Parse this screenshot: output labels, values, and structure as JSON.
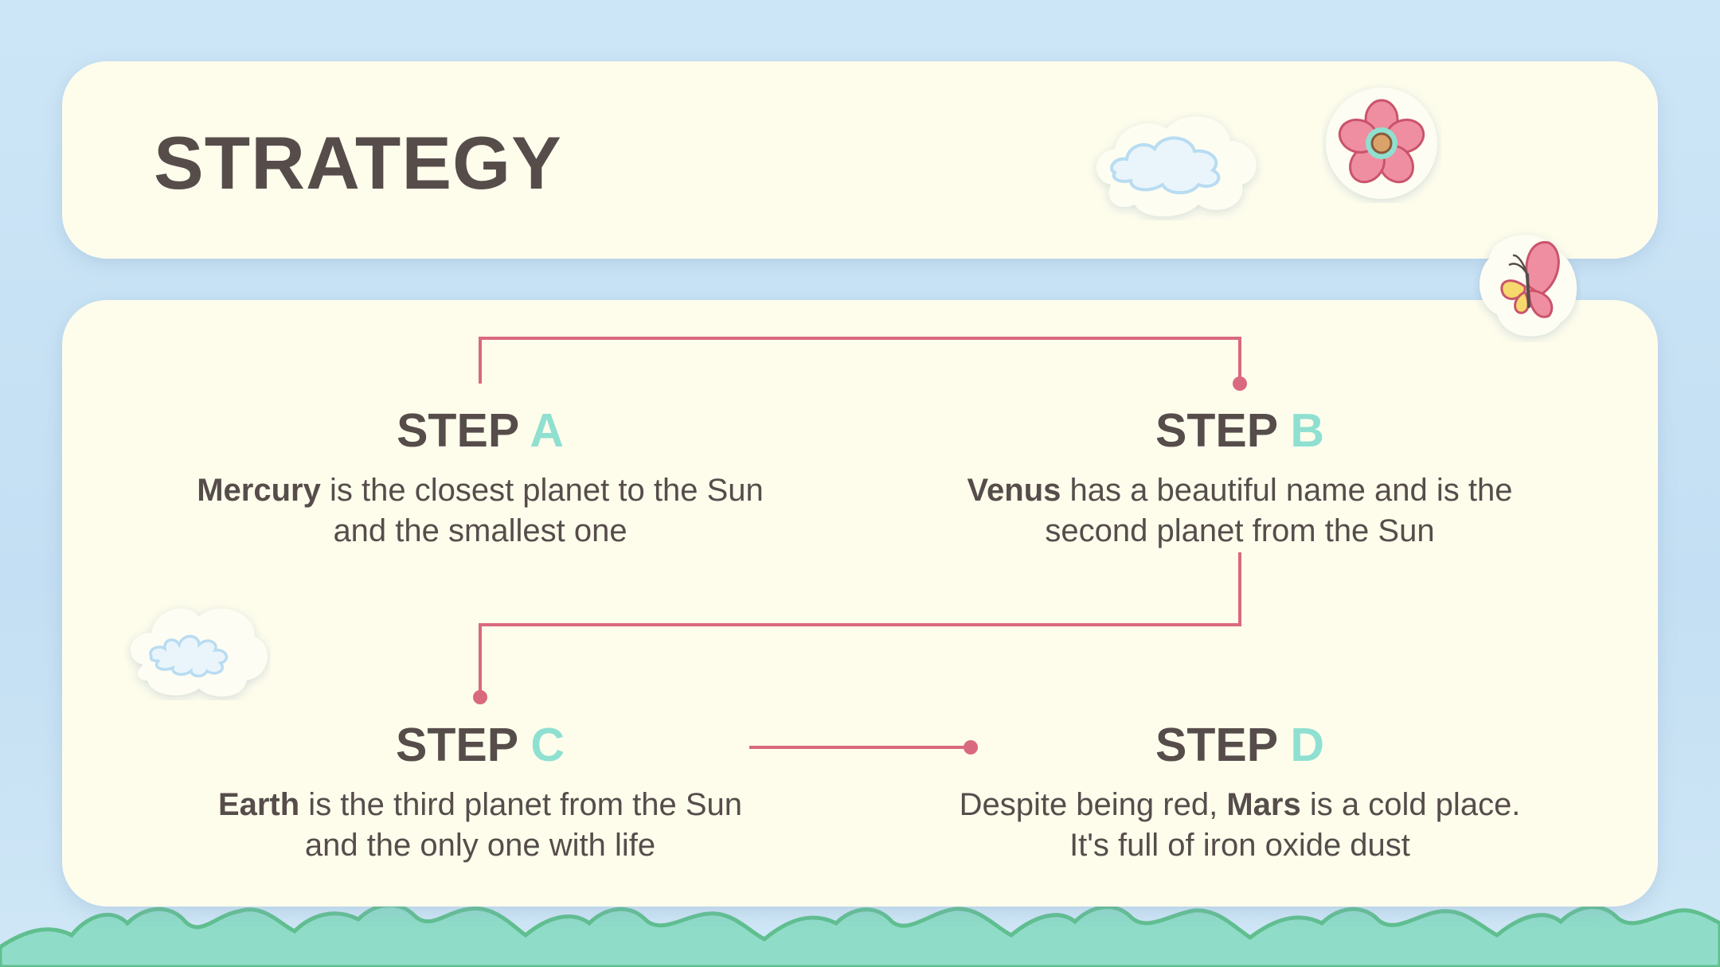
{
  "title": "STRATEGY",
  "steps": [
    {
      "word": "STEP",
      "letter": "A",
      "bold": "Mercury",
      "text": " is the closest planet to the Sun and the smallest one"
    },
    {
      "word": "STEP",
      "letter": "B",
      "bold": "Venus",
      "text": " has a beautiful name and is the second planet from the Sun"
    },
    {
      "word": "STEP",
      "letter": "C",
      "bold": "Earth",
      "text": " is the third planet from the Sun and the only one with life"
    },
    {
      "word": "STEP",
      "letter": "D",
      "pre": "Despite being red, ",
      "bold": "Mars",
      "text": " is a cold place. It's full of iron oxide dust"
    }
  ],
  "colors": {
    "accent_letter": "#8fe0d1",
    "connector": "#d9697f",
    "panel": "#fefdec",
    "text": "#564d4b",
    "background": "#cde6f7",
    "grass": "#8fdcc8"
  },
  "icons": [
    "cloud-icon",
    "flower-icon",
    "butterfly-icon",
    "small-cloud-icon",
    "grass-bushes"
  ]
}
